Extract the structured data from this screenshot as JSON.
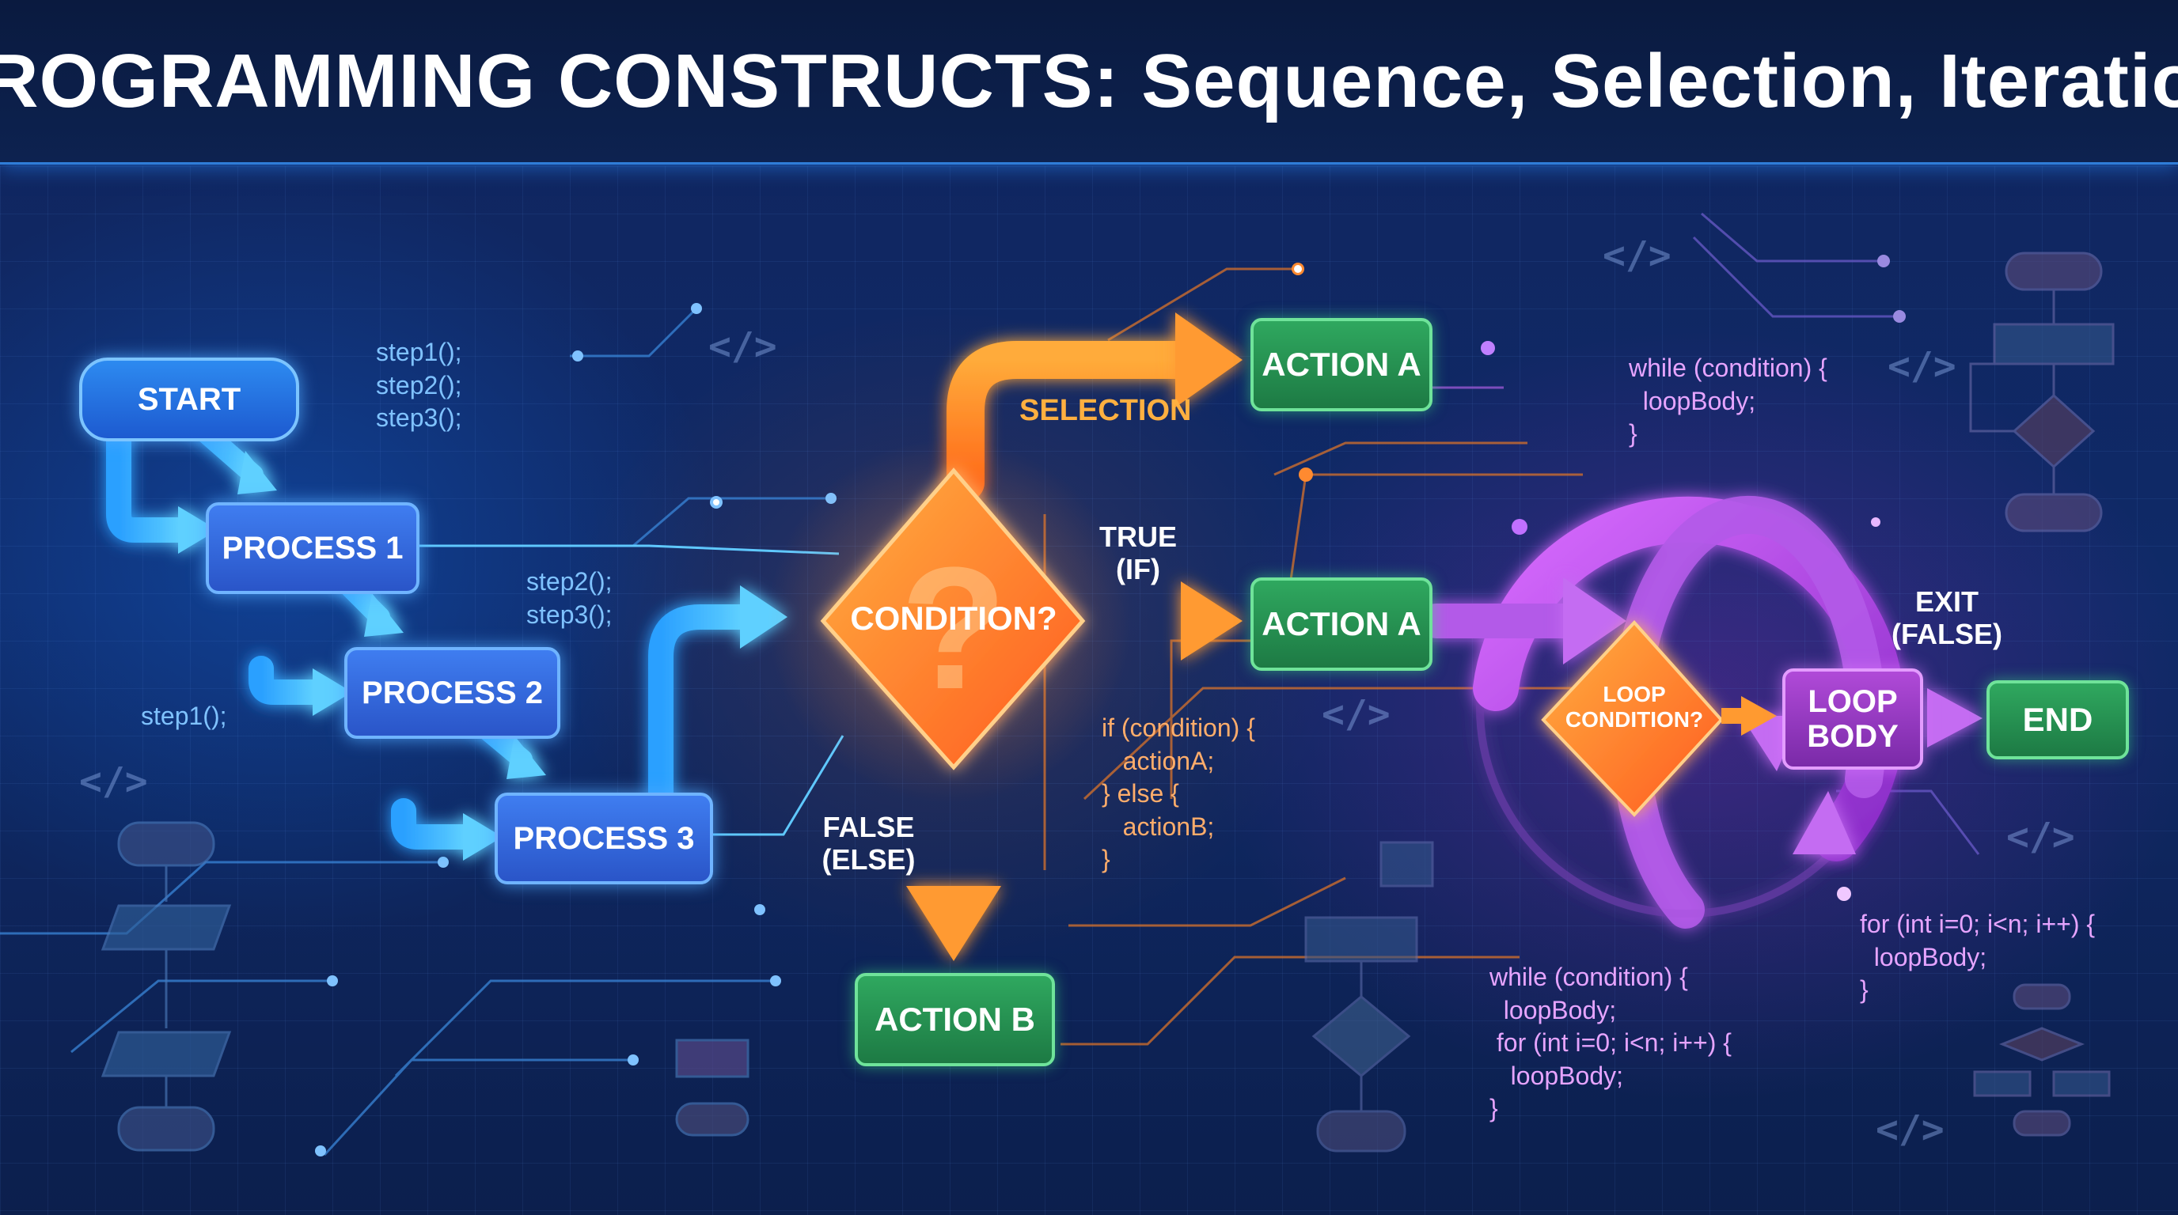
{
  "title": "PROGRAMMING CONSTRUCTS: Sequence, Selection, Iteration",
  "sequence": {
    "start": "START",
    "process1": "PROCESS 1",
    "process2": "PROCESS 2",
    "process3": "PROCESS 3",
    "code_top": "step1();\nstep2();\nstep3();",
    "code_mid": "step2();\nstep3();",
    "code_left": "step1();"
  },
  "selection": {
    "label": "SELECTION",
    "condition": "CONDITION?",
    "true_label": "TRUE\n(IF)",
    "false_label": "FALSE\n(ELSE)",
    "action_a_top": "ACTION A",
    "action_a": "ACTION A",
    "action_b": "ACTION B",
    "code": "if (condition) {\n   actionA;\n} else {\n   actionB;\n}"
  },
  "iteration": {
    "loop_condition": "LOOP\nCONDITION?",
    "loop_body": "LOOP\nBODY",
    "exit_label": "EXIT\n(FALSE)",
    "end": "END",
    "code_top": "while (condition) {\n  loopBody;\n}",
    "code_bottom": "while (condition) {\n  loopBody;\n for (int i=0; i<n; i++) {\n   loopBody;\n}",
    "code_right": "for (int i=0; i<n; i++) {\n  loopBody;\n}"
  },
  "decor": {
    "tag_symbol": "</>"
  },
  "colors": {
    "sequence_blue": "#3f7df0",
    "selection_orange": "#ff8a2a",
    "action_green": "#2fa85f",
    "iteration_purple": "#b04ad8"
  }
}
